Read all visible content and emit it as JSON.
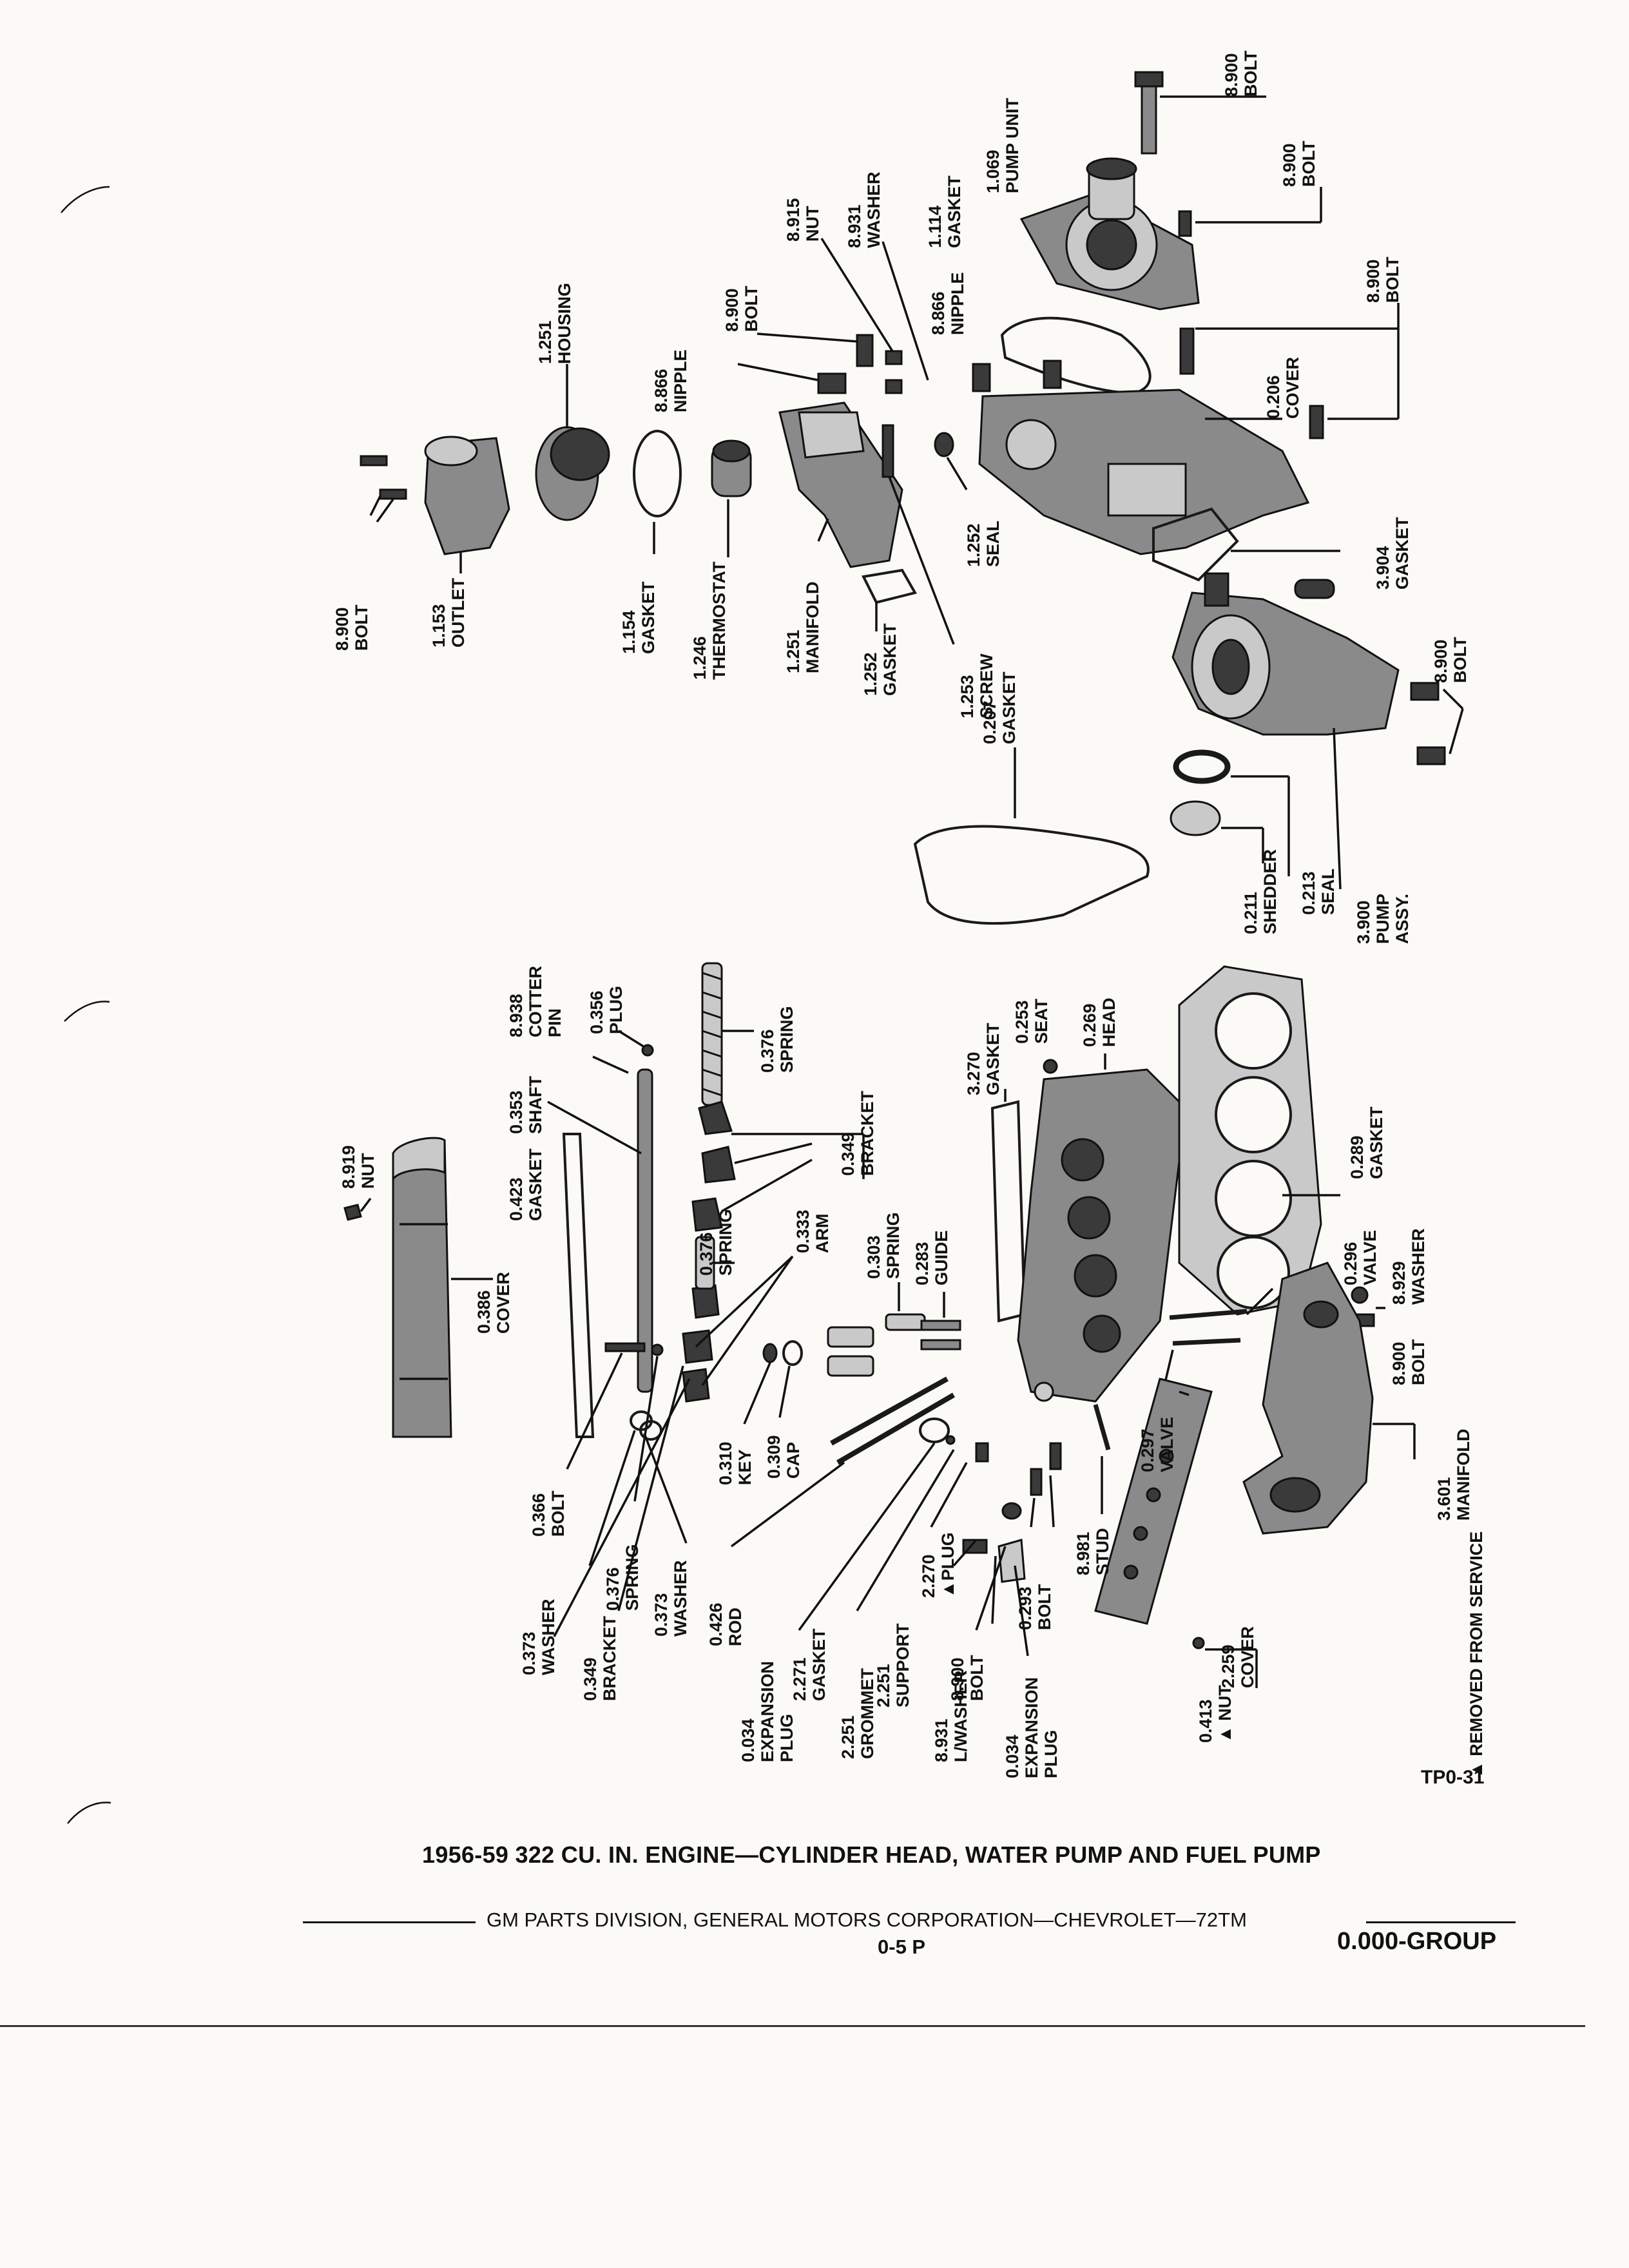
{
  "caption": "1956-59 322 CU. IN. ENGINE—CYLINDER HEAD, WATER PUMP AND FUEL PUMP",
  "figure_id": "TP0-31",
  "footer": {
    "text": "GM PARTS DIVISION, GENERAL MOTORS CORPORATION—CHEVROLET—72TM",
    "page": "0-5 P",
    "group": "0.000-GROUP"
  },
  "legend_note": "▲ REMOVED FROM SERVICE",
  "callouts": [
    {
      "id": "c1",
      "num": "8.900",
      "name": "BOLT"
    },
    {
      "id": "c2",
      "num": "8.900",
      "name": "BOLT"
    },
    {
      "id": "c3",
      "num": "1.069",
      "name": "PUMP UNIT"
    },
    {
      "id": "c4",
      "num": "1.114",
      "name": "GASKET"
    },
    {
      "id": "c5",
      "num": "8.931",
      "name": "WASHER"
    },
    {
      "id": "c6",
      "num": "8.915",
      "name": "NUT"
    },
    {
      "id": "c7",
      "num": "8.900",
      "name": "BOLT"
    },
    {
      "id": "c8",
      "num": "8.866",
      "name": "NIPPLE"
    },
    {
      "id": "c9",
      "num": "8.866",
      "name": "NIPPLE"
    },
    {
      "id": "c10",
      "num": "1.251",
      "name": "HOUSING"
    },
    {
      "id": "c11",
      "num": "8.900",
      "name": "BOLT"
    },
    {
      "id": "c12",
      "num": "0.206",
      "name": "COVER"
    },
    {
      "id": "c13",
      "num": "8.900",
      "name": "BOLT"
    },
    {
      "id": "c14",
      "num": "1.153",
      "name": "OUTLET"
    },
    {
      "id": "c15",
      "num": "1.154",
      "name": "GASKET"
    },
    {
      "id": "c16",
      "num": "1.246",
      "name": "THERMOSTAT"
    },
    {
      "id": "c17",
      "num": "1.251",
      "name": "MANIFOLD"
    },
    {
      "id": "c18",
      "num": "1.252",
      "name": "SEAL"
    },
    {
      "id": "c19",
      "num": "1.252",
      "name": "GASKET"
    },
    {
      "id": "c20",
      "num": "1.253",
      "name": "SCREW"
    },
    {
      "id": "c21",
      "num": "3.904",
      "name": "GASKET"
    },
    {
      "id": "c22",
      "num": "8.900",
      "name": "BOLT"
    },
    {
      "id": "c23",
      "num": "0.207",
      "name": "GASKET"
    },
    {
      "id": "c24",
      "num": "0.211",
      "name": "SHEDDER"
    },
    {
      "id": "c25",
      "num": "0.213",
      "name": "SEAL"
    },
    {
      "id": "c26",
      "num": "3.900",
      "name": "PUMP ASSY."
    },
    {
      "id": "c27",
      "num": "8.938",
      "name": "COTTER PIN"
    },
    {
      "id": "c28",
      "num": "0.356",
      "name": "PLUG"
    },
    {
      "id": "c29",
      "num": "0.376",
      "name": "SPRING"
    },
    {
      "id": "c30",
      "num": "0.353",
      "name": "SHAFT"
    },
    {
      "id": "c31",
      "num": "0.253",
      "name": "SEAT"
    },
    {
      "id": "c32",
      "num": "0.269",
      "name": "HEAD"
    },
    {
      "id": "c33",
      "num": "3.270",
      "name": "GASKET"
    },
    {
      "id": "c34",
      "num": "8.919",
      "name": "NUT"
    },
    {
      "id": "c35",
      "num": "0.423",
      "name": "GASKET"
    },
    {
      "id": "c36",
      "num": "0.349",
      "name": "BRACKET"
    },
    {
      "id": "c37",
      "num": "0.289",
      "name": "GASKET"
    },
    {
      "id": "c38",
      "num": "0.376",
      "name": "SPRING"
    },
    {
      "id": "c39",
      "num": "0.333",
      "name": "ARM"
    },
    {
      "id": "c40",
      "num": "0.303",
      "name": "SPRING"
    },
    {
      "id": "c41",
      "num": "0.283",
      "name": "GUIDE"
    },
    {
      "id": "c42",
      "num": "0.296",
      "name": "VALVE"
    },
    {
      "id": "c43",
      "num": "8.929",
      "name": "WASHER"
    },
    {
      "id": "c44",
      "num": "0.386",
      "name": "COVER"
    },
    {
      "id": "c45",
      "num": "8.900",
      "name": "BOLT"
    },
    {
      "id": "c46",
      "num": "0.310",
      "name": "KEY"
    },
    {
      "id": "c47",
      "num": "0.309",
      "name": "CAP"
    },
    {
      "id": "c48",
      "num": "0.297",
      "name": "VALVE"
    },
    {
      "id": "c49",
      "num": "0.366",
      "name": "BOLT"
    },
    {
      "id": "c50",
      "num": "3.601",
      "name": "MANIFOLD"
    },
    {
      "id": "c51",
      "num": "0.376",
      "name": "SPRING"
    },
    {
      "id": "c52",
      "num": "2.270",
      "name": "▲PLUG"
    },
    {
      "id": "c53",
      "num": "8.981",
      "name": "STUD"
    },
    {
      "id": "c54",
      "num": "0.373",
      "name": "WASHER"
    },
    {
      "id": "c55",
      "num": "0.373",
      "name": "WASHER"
    },
    {
      "id": "c56",
      "num": "0.349",
      "name": "BRACKET"
    },
    {
      "id": "c57",
      "num": "0.426",
      "name": "ROD"
    },
    {
      "id": "c58",
      "num": "2.271",
      "name": "GASKET"
    },
    {
      "id": "c59",
      "num": "2.251",
      "name": "SUPPORT"
    },
    {
      "id": "c60",
      "num": "8.900",
      "name": "BOLT"
    },
    {
      "id": "c61",
      "num": "0.293",
      "name": "BOLT"
    },
    {
      "id": "c62",
      "num": "2.259",
      "name": "COVER"
    },
    {
      "id": "c63",
      "num": "0.413",
      "name": "▲ NUT"
    },
    {
      "id": "c64",
      "num": "0.034",
      "name": "EXPANSION PLUG"
    },
    {
      "id": "c65",
      "num": "2.251",
      "name": "GROMMET"
    },
    {
      "id": "c66",
      "num": "8.931",
      "name": "L/WASHER"
    },
    {
      "id": "c67",
      "num": "0.034",
      "name": "EXPANSION PLUG"
    }
  ]
}
